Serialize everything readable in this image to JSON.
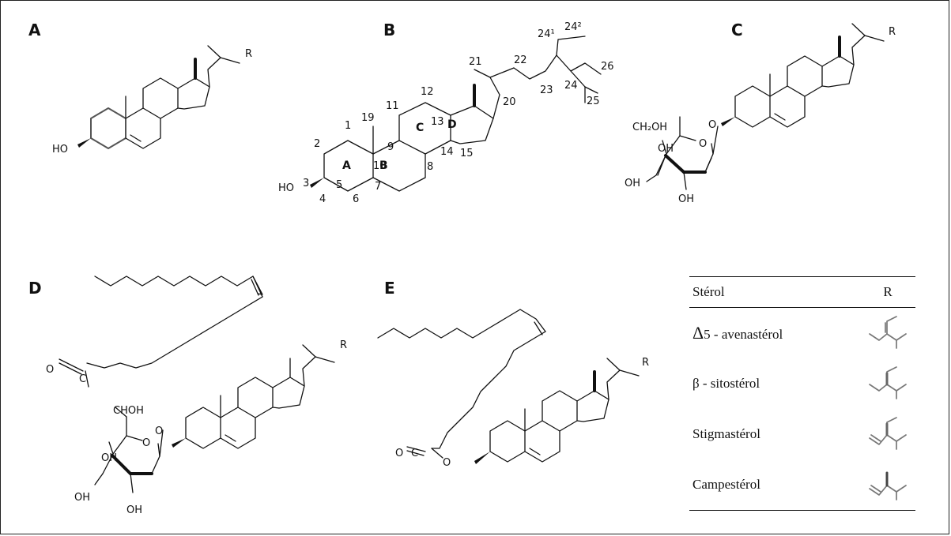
{
  "panels": {
    "a": "A",
    "b": "B",
    "c": "C",
    "d": "D",
    "e": "E"
  },
  "labels": {
    "ho": "HO",
    "r": "R",
    "o": "O",
    "oh": "OH",
    "ch2oh": "CH₂OH",
    "choh": "CHOH",
    "carbonyl_c": "C"
  },
  "panel_b": {
    "carbons": [
      "1",
      "2",
      "3",
      "4",
      "5",
      "6",
      "7",
      "8",
      "9",
      "10",
      "11",
      "12",
      "13",
      "14",
      "15",
      "19",
      "20",
      "21",
      "22",
      "23",
      "24",
      "25",
      "26"
    ],
    "c24_1": "24¹",
    "c24_2": "24²",
    "rings": [
      "A",
      "B",
      "C",
      "D"
    ]
  },
  "table": {
    "header": {
      "sterol": "Stérol",
      "r": "R"
    },
    "rows": [
      {
        "delta": "Δ",
        "name": "5 - avenastérol",
        "icon": "avenasterol-side-chain-icon"
      },
      {
        "name": "β - sitostérol",
        "icon": "sitosterol-side-chain-icon"
      },
      {
        "name": "Stigmastérol",
        "icon": "stigmasterol-side-chain-icon"
      },
      {
        "name": "Campestérol",
        "icon": "campesterol-side-chain-icon"
      }
    ]
  }
}
